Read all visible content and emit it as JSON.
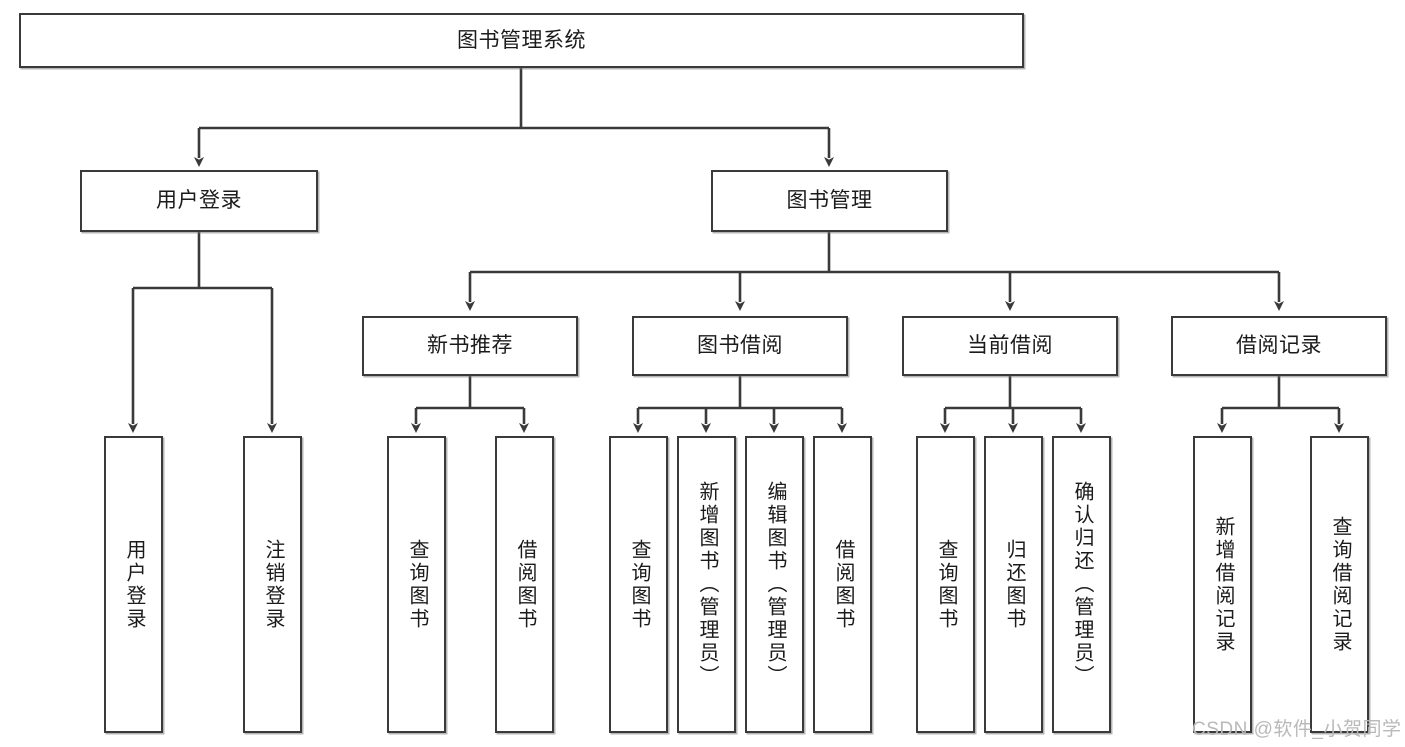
{
  "diagram": {
    "title_box": {
      "label": "图书管理系统"
    },
    "level2": [
      {
        "id": "user-login",
        "label": "用户登录"
      },
      {
        "id": "book-manage",
        "label": "图书管理"
      }
    ],
    "level3": [
      {
        "id": "new-book-recommend",
        "label": "新书推荐"
      },
      {
        "id": "book-borrow",
        "label": "图书借阅"
      },
      {
        "id": "current-borrow",
        "label": "当前借阅"
      },
      {
        "id": "borrow-record",
        "label": "借阅记录"
      }
    ],
    "leaves": [
      {
        "id": "leaf-user-login",
        "label": "用户登录"
      },
      {
        "id": "leaf-logout-login",
        "label": "注销登录"
      },
      {
        "id": "leaf-query-book-1",
        "label": "查询图书"
      },
      {
        "id": "leaf-borrow-book-1",
        "label": "借阅图书"
      },
      {
        "id": "leaf-query-book-2",
        "label": "查询图书"
      },
      {
        "id": "leaf-add-book",
        "label": "新增图书（管理员）"
      },
      {
        "id": "leaf-edit-book",
        "label": "编辑图书（管理员）"
      },
      {
        "id": "leaf-borrow-book-2",
        "label": "借阅图书"
      },
      {
        "id": "leaf-query-book-3",
        "label": "查询图书"
      },
      {
        "id": "leaf-return-book",
        "label": "归还图书"
      },
      {
        "id": "leaf-confirm-return",
        "label": "确认归还（管理员）"
      },
      {
        "id": "leaf-add-borrow-record",
        "label": "新增借阅记录"
      },
      {
        "id": "leaf-query-borrow-record",
        "label": "查询借阅记录"
      }
    ],
    "watermark": {
      "text": "CSDN @软件_小贺同学"
    },
    "colors": {
      "stroke": "#3a3a3a",
      "box_fill": "#ffffff",
      "text": "#1b1b1b",
      "watermark": "#b9b9b9"
    }
  }
}
